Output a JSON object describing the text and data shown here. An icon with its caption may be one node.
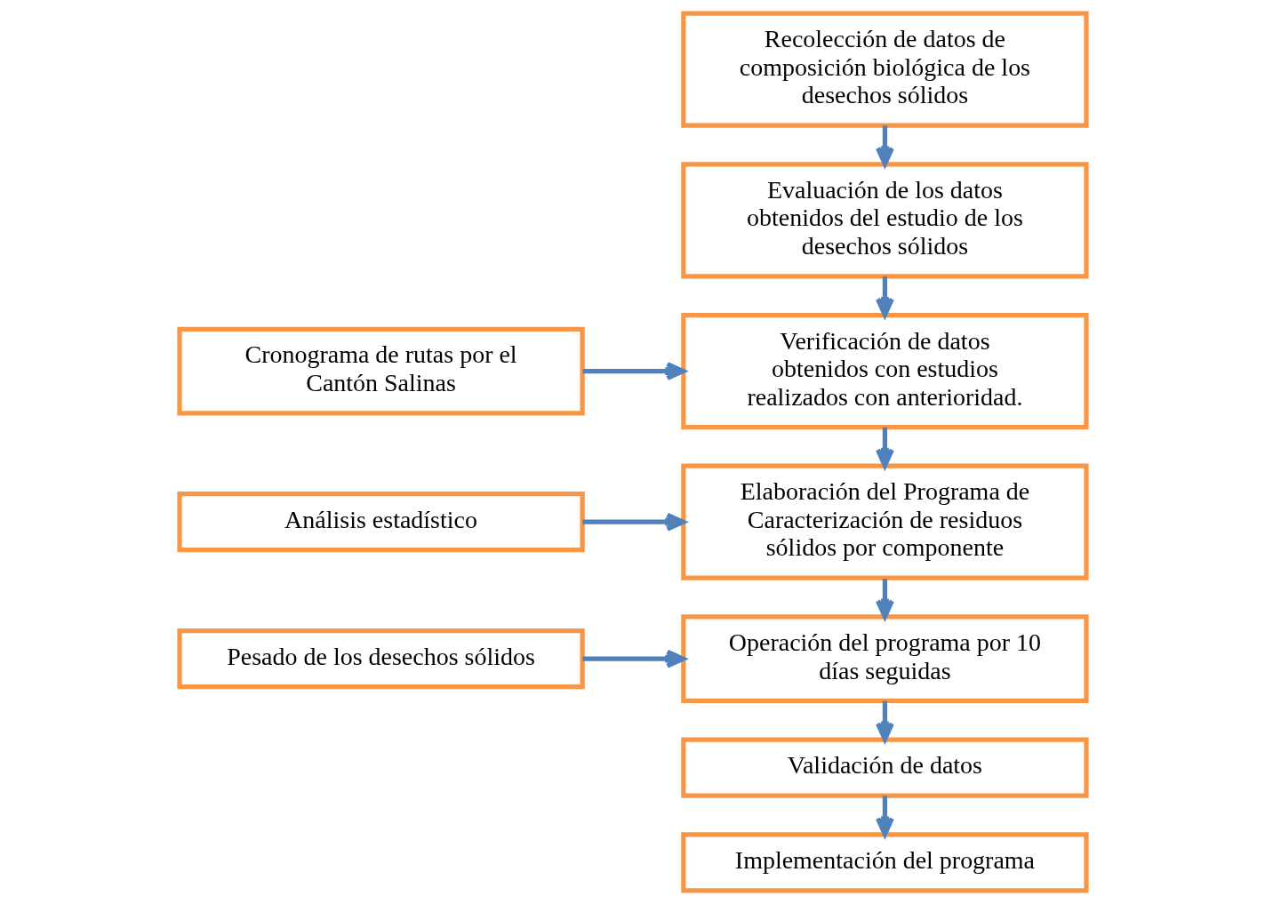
{
  "diagram": {
    "nodes": [
      {
        "text": [
          "Recolección de datos de composición biológica de los desechos sólidos"
        ]
      },
      {
        "text": [
          "Evaluación de los datos obtenidos del estudio de los desechos sólidos"
        ]
      },
      {
        "text": [
          "Verificación de datos obtenidos con estudios realizados con anterioridad."
        ]
      },
      {
        "text": [
          "Cronograma de rutas por el Cantón Salinas"
        ]
      },
      {
        "text": [
          "Elaboración del Programa de Caracterización de residuos sólidos por componente"
        ]
      },
      {
        "text": [
          "Análisis estadístico"
        ]
      },
      {
        "text": [
          "Pesado de los desechos sólidos"
        ]
      },
      {
        "text": [
          "Operación del programa por 10 días seguidas"
        ]
      },
      {
        "text": [
          "Validación de datos"
        ]
      },
      {
        "text": [
          "Implementación del programa"
        ]
      }
    ],
    "edges": [
      {
        "from": 0,
        "to": 1,
        "arrow": "to"
      },
      {
        "from": 1,
        "to": 2,
        "arrow": "to"
      },
      {
        "from": 3,
        "to": 2,
        "arrow": "to"
      },
      {
        "from": 2,
        "to": 4,
        "arrow": "to"
      },
      {
        "from": 5,
        "to": 4,
        "arrow": "to"
      },
      {
        "from": 4,
        "to": 7,
        "arrow": "to"
      },
      {
        "from": 6,
        "to": 7,
        "arrow": "to"
      },
      {
        "from": 7,
        "to": 8,
        "arrow": "to"
      },
      {
        "from": 8,
        "to": 9,
        "arrow": "to"
      }
    ]
  }
}
